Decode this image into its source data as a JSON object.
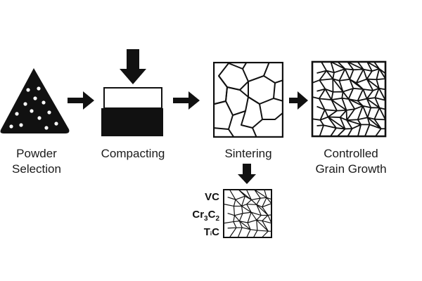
{
  "steps": [
    {
      "line1": "Powder",
      "line2": "Selection"
    },
    {
      "line1": "Compacting",
      "line2": ""
    },
    {
      "line1": "Sintering",
      "line2": ""
    },
    {
      "line1": "Controlled",
      "line2": "Grain Growth"
    }
  ],
  "additives": [
    {
      "base": "VC",
      "parts": [
        [
          "V",
          ""
        ],
        [
          "C",
          ""
        ]
      ]
    },
    {
      "base": "Cr3C2",
      "parts": [
        [
          "Cr",
          "3"
        ],
        [
          "C",
          "2"
        ]
      ]
    },
    {
      "base": "TiC",
      "parts": [
        [
          "T",
          ""
        ],
        [
          "i",
          ""
        ],
        [
          "C",
          ""
        ]
      ]
    }
  ],
  "colors": {
    "ink": "#111111",
    "background": "#ffffff"
  }
}
